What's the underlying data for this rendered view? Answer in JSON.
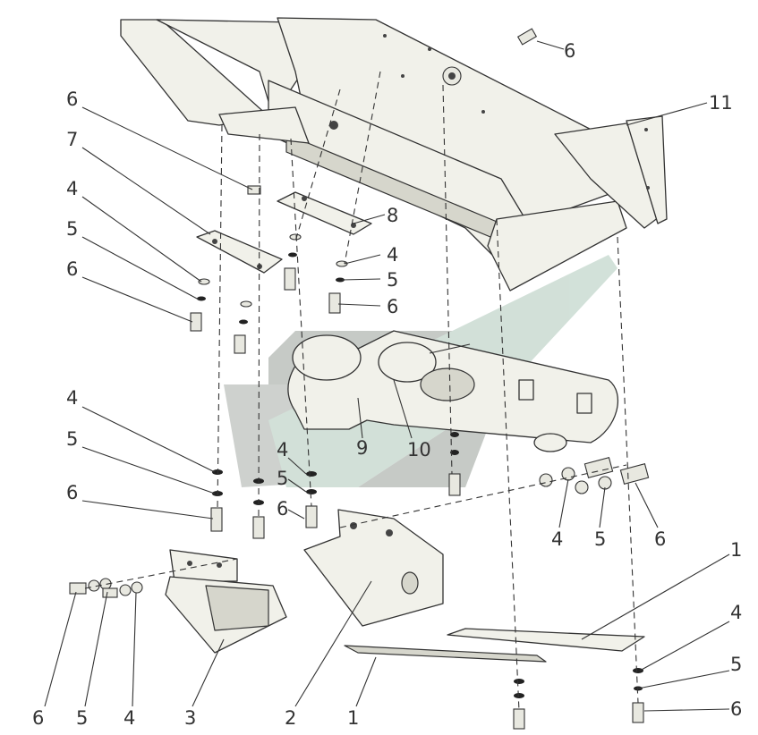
{
  "diagram": {
    "kind": "exploded-assembly",
    "colors": {
      "line": "#333333",
      "part_fill": "#f1f1ea",
      "watermark_gray": "#b9bdb9",
      "watermark_green": "#c7d9cf"
    },
    "callouts": [
      {
        "text": "6"
      },
      {
        "text": "11"
      },
      {
        "text": "6"
      },
      {
        "text": "7"
      },
      {
        "text": "4"
      },
      {
        "text": "5"
      },
      {
        "text": "6"
      },
      {
        "text": "8"
      },
      {
        "text": "4"
      },
      {
        "text": "5"
      },
      {
        "text": "6"
      },
      {
        "text": "4"
      },
      {
        "text": "5"
      },
      {
        "text": "6"
      },
      {
        "text": "4"
      },
      {
        "text": "5"
      },
      {
        "text": "6"
      },
      {
        "text": "9"
      },
      {
        "text": "10"
      },
      {
        "text": "4"
      },
      {
        "text": "5"
      },
      {
        "text": "6"
      },
      {
        "text": "1"
      },
      {
        "text": "4"
      },
      {
        "text": "5"
      },
      {
        "text": "6"
      },
      {
        "text": "6"
      },
      {
        "text": "5"
      },
      {
        "text": "4"
      },
      {
        "text": "3"
      },
      {
        "text": "2"
      },
      {
        "text": "1"
      }
    ]
  }
}
